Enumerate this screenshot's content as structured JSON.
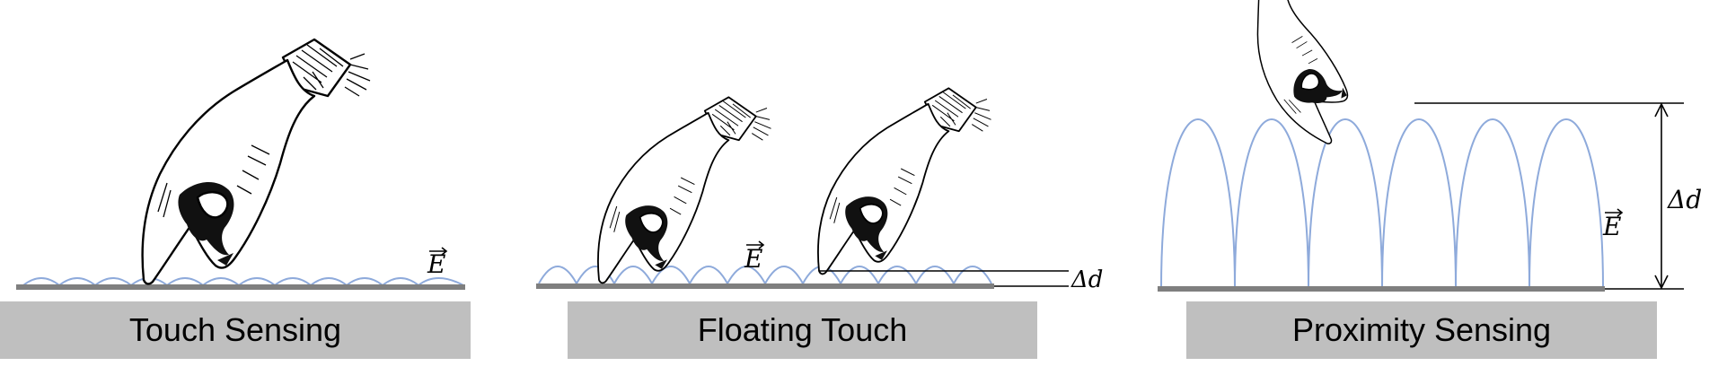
{
  "panels": [
    {
      "label": "Touch Sensing",
      "field_symbol": "E"
    },
    {
      "label": "Floating Touch",
      "field_symbol": "E",
      "distance_symbol": "Δd"
    },
    {
      "label": "Proximity Sensing",
      "field_symbol": "E",
      "distance_symbol": "Δd"
    }
  ],
  "colors": {
    "field_lines": "#8eaadb",
    "plate": "#7f7f7f",
    "label_background": "#bfbfbf"
  }
}
